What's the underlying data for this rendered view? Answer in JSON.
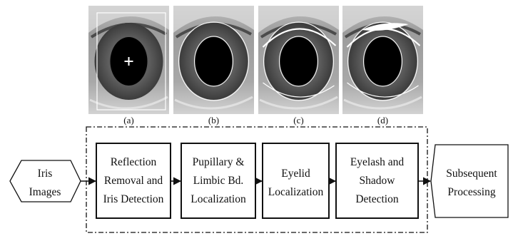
{
  "panels": [
    {
      "label": "(a)",
      "overlay": "bounding-box-with-center-cross"
    },
    {
      "label": "(b)",
      "overlay": "pupil-and-limbic-boundary-circles"
    },
    {
      "label": "(c)",
      "overlay": "eyelid-boundaries"
    },
    {
      "label": "(d)",
      "overlay": "eyelash-and-shadow-mask"
    }
  ],
  "input_node": {
    "lines": [
      "Iris",
      "Images"
    ]
  },
  "stages": [
    {
      "lines": [
        "Reflection",
        "Removal and",
        "Iris Detection"
      ]
    },
    {
      "lines": [
        "Pupillary &",
        "Limbic Bd.",
        "Localization"
      ]
    },
    {
      "lines": [
        "Eyelid",
        "Localization"
      ]
    },
    {
      "lines": [
        "Eyelash and",
        "Shadow",
        "Detection"
      ]
    }
  ],
  "output_node": {
    "lines": [
      "Subsequent",
      "Processing"
    ]
  },
  "colors": {
    "stroke": "#111111",
    "background": "#ffffff",
    "reflection": "#ffffff"
  }
}
